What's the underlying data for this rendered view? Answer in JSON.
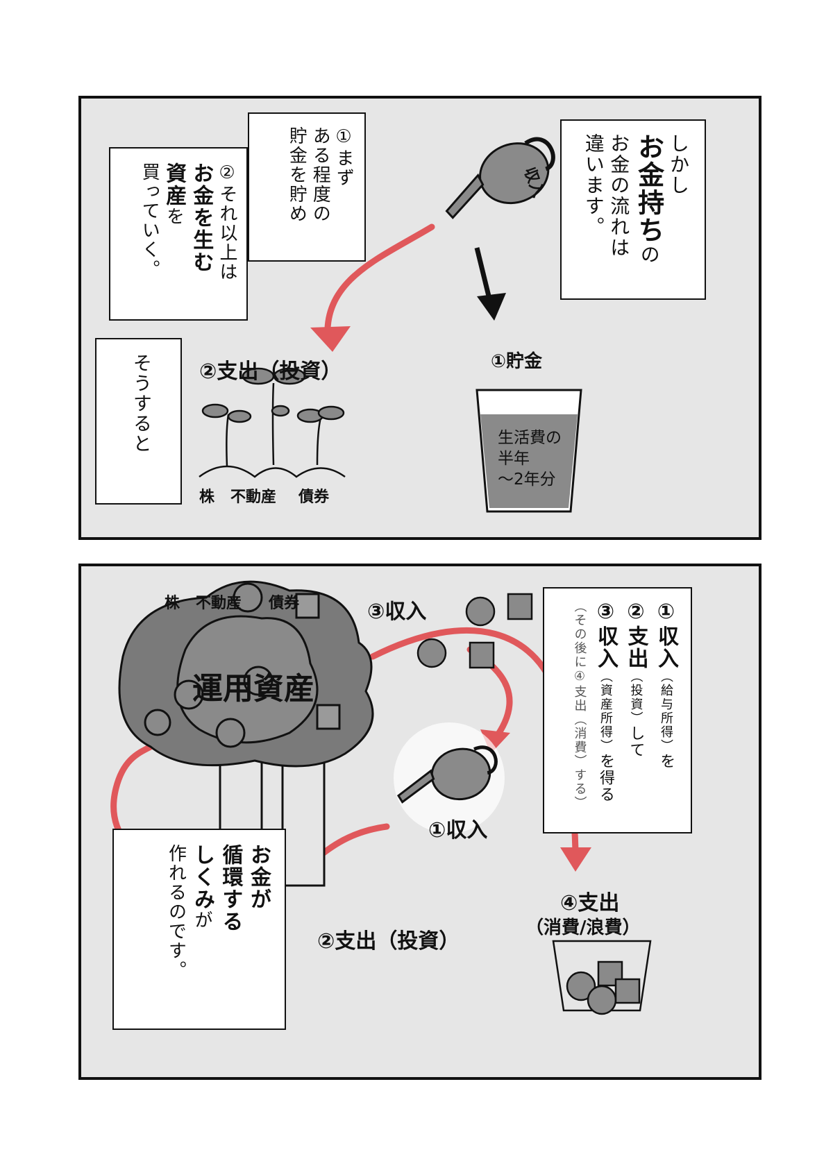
{
  "panel1": {
    "caption_right": {
      "line1": "しかし",
      "line2_bold": "お金持ち",
      "line2_rest": "の",
      "line3": "お金の流れは",
      "line4": "違います。"
    },
    "caption_steps": {
      "line1": "①まず",
      "line2": "ある程度の",
      "line3": "貯金を貯め",
      "line4": "②それ以上は",
      "line5_bold": "お金を生む",
      "line6_bold": "資産",
      "line6_rest": "を",
      "line7": "買っていく。"
    },
    "caption_then": "そうすると",
    "watering_can_label": "収入",
    "savings_label": "①貯金",
    "savings_glass_text": [
      "生活費の",
      "半年",
      "〜2年分"
    ],
    "spend_label": "②支出（投資）",
    "asset_labels": [
      "株",
      "不動産",
      "債券"
    ]
  },
  "panel2": {
    "tree_labels": [
      "株",
      "不動産",
      "債券"
    ],
    "tree_title": "運用資産",
    "income3_label": "③収入",
    "income1_label": "①収入",
    "spend2_label": "②支出（投資）",
    "spend4_label_line1": "④支出",
    "spend4_label_line2": "（消費/浪費）",
    "caption_flow": {
      "col1_bold": "①収入",
      "col1_note": "（給与所得）",
      "col1_rest": "を",
      "col2_bold": "②支出",
      "col2_note": "（投資）",
      "col2_rest": "して",
      "col3_bold": "③収入",
      "col3_note": "（資産所得）",
      "col3_rest": "を得る",
      "col4": "（その後に④支出（消費）する）"
    },
    "caption_cycle": {
      "col1": "お金が",
      "col2": "循環する",
      "col3_bold": "しくみ",
      "col3_rest": "が",
      "col4": "作れるのです。"
    }
  },
  "colors": {
    "arrow_red": "#e0585b",
    "panel_bg": "#e6e6e6",
    "ink": "#111111",
    "gray_fill": "#8a8a8a"
  }
}
